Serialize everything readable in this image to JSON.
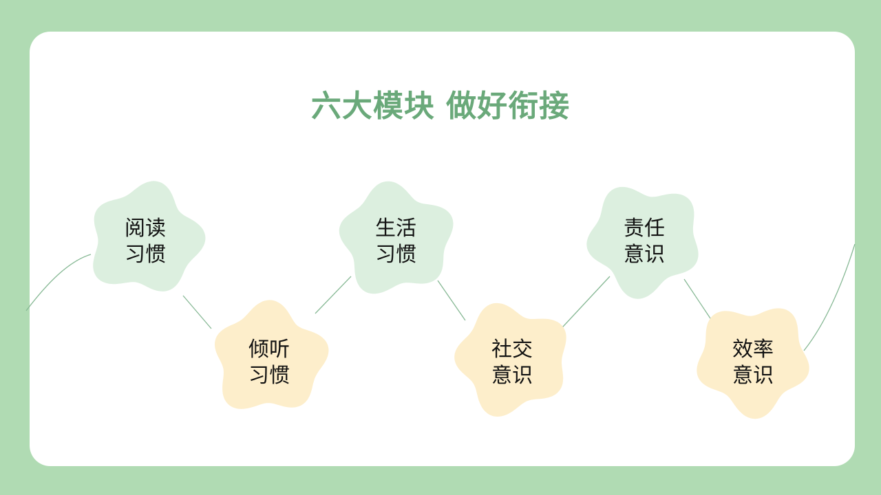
{
  "title": "六大模块  做好衔接",
  "colors": {
    "background": "#b0dbb3",
    "card": "#ffffff",
    "title": "#6aa97a",
    "green_blob": "#dcefdf",
    "yellow_blob": "#fdeecb",
    "connector": "#86b894"
  },
  "modules": [
    {
      "line1": "阅读",
      "line2": "习惯",
      "color": "green"
    },
    {
      "line1": "倾听",
      "line2": "习惯",
      "color": "yellow"
    },
    {
      "line1": "生活",
      "line2": "习惯",
      "color": "green"
    },
    {
      "line1": "社交",
      "line2": "意识",
      "color": "yellow"
    },
    {
      "line1": "责任",
      "line2": "意识",
      "color": "green"
    },
    {
      "line1": "效率",
      "line2": "意识",
      "color": "yellow"
    }
  ]
}
